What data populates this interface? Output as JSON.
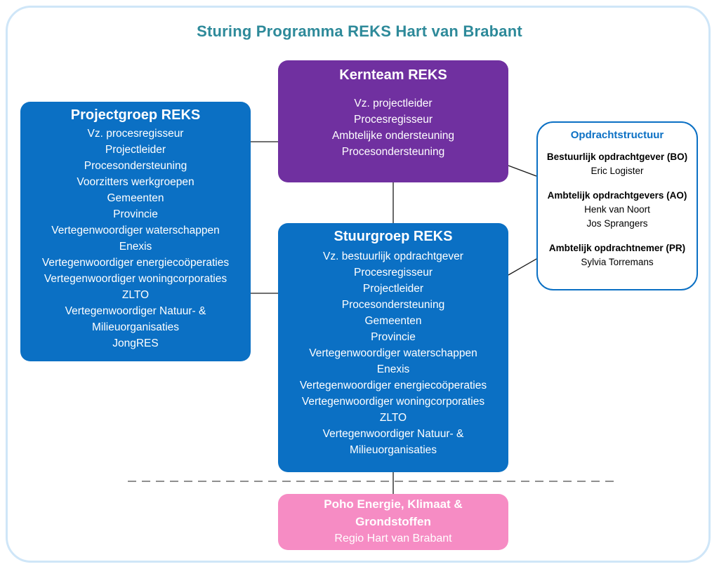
{
  "title": "Sturing Programma REKS Hart van Brabant",
  "projectgroep": {
    "title": "Projectgroep REKS",
    "members": [
      "Vz. procesregisseur",
      "Projectleider",
      "Procesondersteuning",
      "Voorzitters werkgroepen",
      "Gemeenten",
      "Provincie",
      "Vertegenwoordiger waterschappen",
      "Enexis",
      "Vertegenwoordiger energiecoöperaties",
      "Vertegenwoordiger woningcorporaties",
      "ZLTO",
      "Vertegenwoordiger Natuur- &",
      "Milieuorganisaties",
      "JongRES"
    ]
  },
  "kernteam": {
    "title": "Kernteam REKS",
    "members": [
      "Vz. projectleider",
      "Procesregisseur",
      "Ambtelijke ondersteuning",
      "Procesondersteuning"
    ]
  },
  "stuurgroep": {
    "title": "Stuurgroep REKS",
    "members": [
      "Vz. bestuurlijk opdrachtgever",
      "Procesregisseur",
      "Projectleider",
      "Procesondersteuning",
      "Gemeenten",
      "Provincie",
      "Vertegenwoordiger waterschappen",
      "Enexis",
      "Vertegenwoordiger energiecoöperaties",
      "Vertegenwoordiger woningcorporaties",
      "ZLTO",
      "Vertegenwoordiger Natuur- &",
      "Milieuorganisaties"
    ]
  },
  "opdrachtstructuur": {
    "title": "Opdrachtstructuur",
    "groups": [
      {
        "role": "Bestuurlijk opdrachtgever (BO)",
        "people": [
          "Eric Logister"
        ]
      },
      {
        "role": "Ambtelijk opdrachtgevers (AO)",
        "people": [
          "Henk van Noort",
          "Jos Sprangers"
        ]
      },
      {
        "role": "Ambtelijk opdrachtnemer (PR)",
        "people": [
          "Sylvia Torremans"
        ]
      }
    ]
  },
  "poho": {
    "title_line1": "Poho Energie, Klimaat &",
    "title_line2": "Grondstoffen",
    "subtitle": "Regio Hart van Brabant"
  },
  "colors": {
    "blue_box": "#0b70c4",
    "purple_box": "#7030a0",
    "pink_box": "#f68cc4",
    "title_teal": "#2e8a9a",
    "frame": "#cfe6f8"
  }
}
